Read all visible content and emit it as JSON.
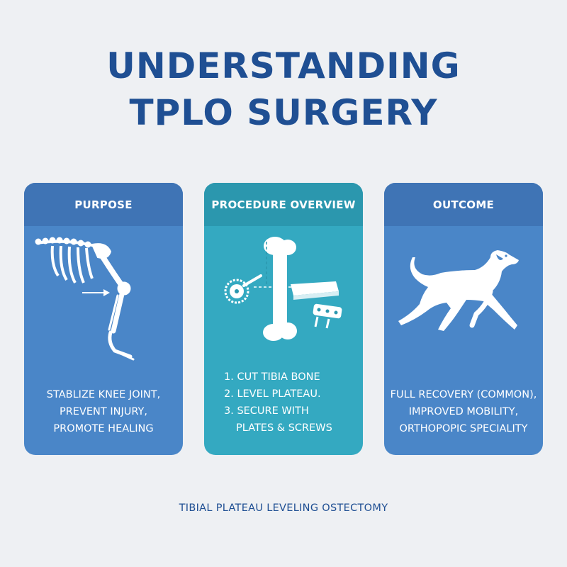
{
  "title": {
    "line1": "UNDERSTANDING",
    "line2": "TPLO SURGERY"
  },
  "cards": [
    {
      "heading": "PURPOSE",
      "icon": "dog-skeleton-leg-icon",
      "lines": [
        "STABLIZE KNEE JOINT,",
        "PREVENT INJURY,",
        "PROMOTE HEALING"
      ]
    },
    {
      "heading": "PROCEDURE OVERVIEW",
      "icon": "bone-saw-plate-icon",
      "lines": [
        "1. CUT TIBIA BONE",
        "2. LEVEL PLATEAU.",
        "3. SECURE WITH",
        "PLATES & SCREWS"
      ]
    },
    {
      "heading": "OUTCOME",
      "icon": "running-dog-icon",
      "lines": [
        "FULL RECOVERY (COMMON),",
        "IMPROVED MOBILITY,",
        "ORTHOPOPIC SPECIALITY"
      ]
    }
  ],
  "footer": "TIBIAL PLATEAU LEVELING OSTECTOMY",
  "colors": {
    "title": "#1f4f93",
    "card_blue": "#4a86c8",
    "card_blue_header": "#3f74b5",
    "card_teal": "#34a9c1",
    "card_teal_header": "#2b97ae",
    "background": "#eef0f3"
  }
}
